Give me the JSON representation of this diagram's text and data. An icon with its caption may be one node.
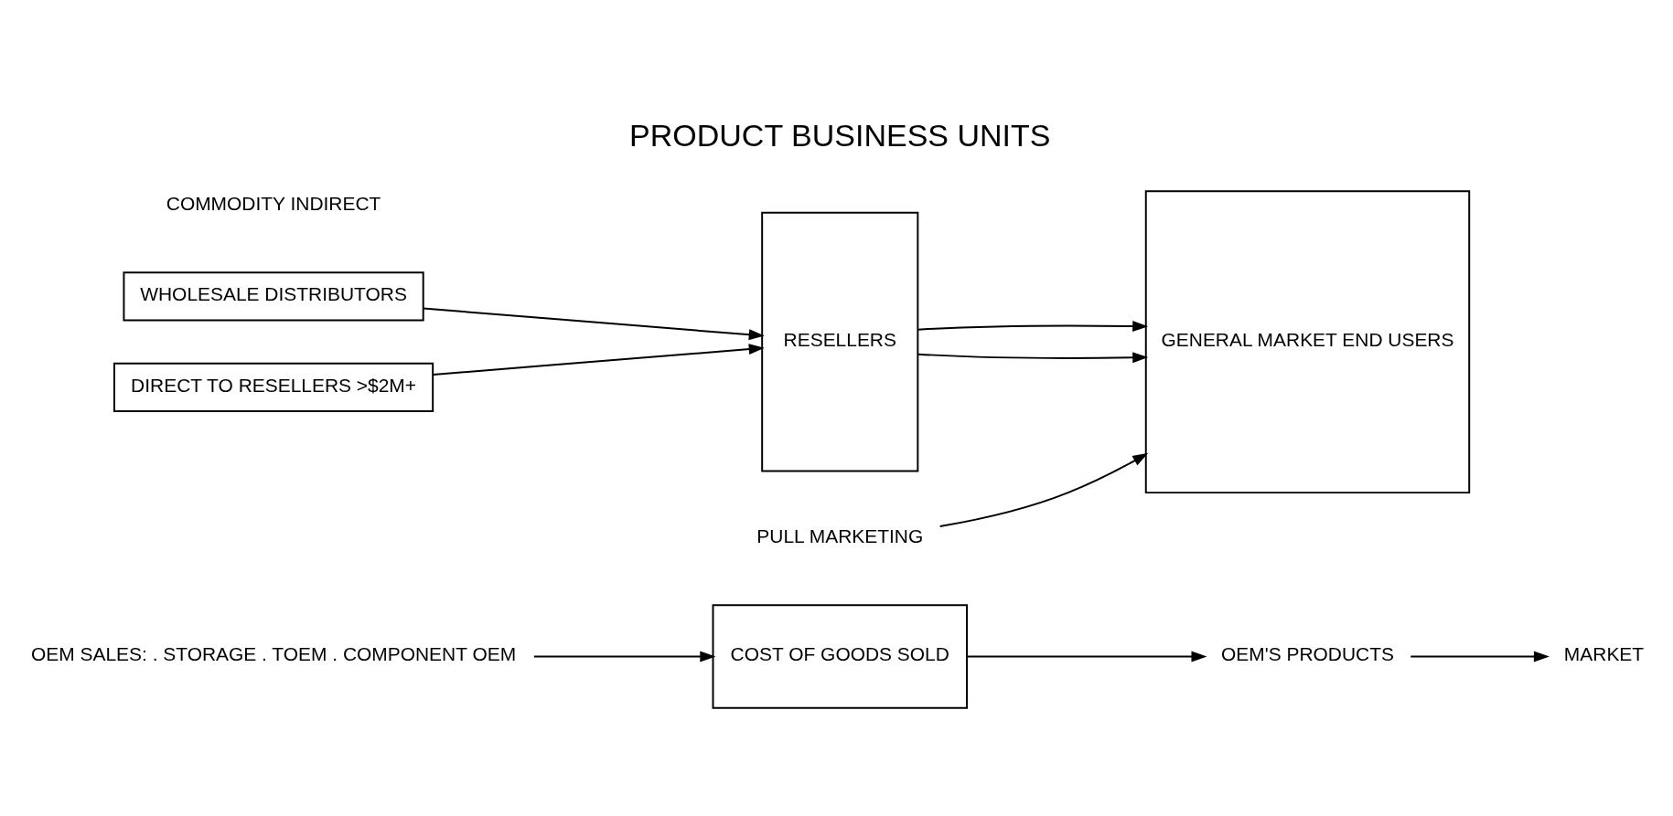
{
  "diagram": {
    "nodes": [
      {
        "text": [
          "OEM SALES: . STORAGE . TOEM . COMPONENT OEM"
        ]
      },
      {
        "text": [
          "COST OF GOODS SOLD"
        ]
      },
      {
        "text": [
          "GENERAL MARKET END USERS"
        ]
      },
      {
        "text": [
          "OEM'S PRODUCTS"
        ]
      },
      {
        "text": [
          "MARKET"
        ]
      },
      {
        "text": [
          "WHOLESALE DISTRIBUTORS"
        ]
      },
      {
        "text": [
          "DIRECT TO RESELLERS >$2M+"
        ]
      },
      {
        "text": [
          "RESELLERS"
        ]
      },
      {
        "text": [
          "PULL MARKETING"
        ]
      }
    ],
    "edges": [
      {
        "from": 0,
        "to": 1,
        "arrow": "to"
      },
      {
        "from": 1,
        "to": 3,
        "arrow": "to"
      },
      {
        "from": 3,
        "to": 4,
        "arrow": "to"
      },
      {
        "from": 5,
        "to": 7,
        "arrow": "to"
      },
      {
        "from": 6,
        "to": 7,
        "arrow": "to"
      },
      {
        "from": 7,
        "to": 2,
        "arrow": "to"
      },
      {
        "from": 7,
        "to": 2,
        "arrow": "to"
      },
      {
        "from": 8,
        "to": 2,
        "arrow": "to"
      }
    ],
    "labels": [
      "COMMODITY INDIRECT",
      "PRODUCT BUSINESS UNITS"
    ]
  }
}
